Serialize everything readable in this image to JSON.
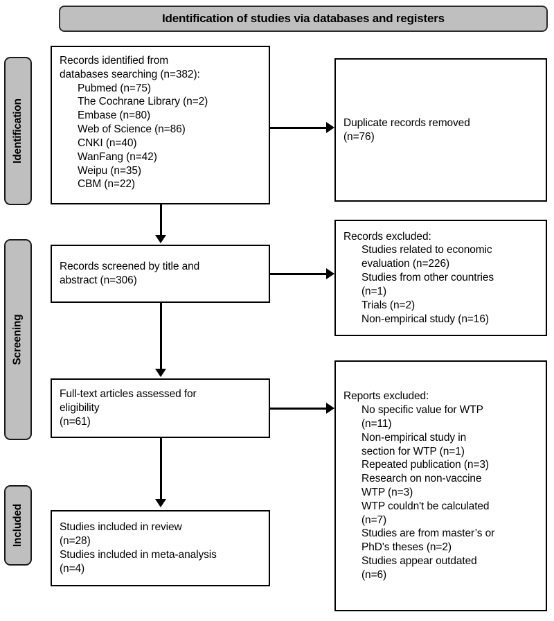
{
  "header": {
    "title": "Identification of studies via databases and registers"
  },
  "stage_labels": {
    "identification": "Identification",
    "screening": "Screening",
    "included": "Included"
  },
  "boxes": {
    "records_identified": {
      "lines": [
        "Records identified from",
        "databases searching (n=382):"
      ],
      "sources": [
        "Pubmed (n=75)",
        "The Cochrane Library (n=2)",
        "Embase (n=80)",
        "Web of Science (n=86)",
        "CNKI (n=40)",
        "WanFang (n=42)",
        "Weipu (n=35)",
        "CBM (n=22)"
      ]
    },
    "duplicates_removed": {
      "lines": [
        "Duplicate records removed",
        "(n=76)"
      ]
    },
    "records_screened": {
      "lines": [
        "Records screened by title and",
        "abstract (n=306)"
      ]
    },
    "records_excluded": {
      "heading": "Records excluded:",
      "items": [
        "Studies related to economic",
        "evaluation (n=226)",
        "Studies from other countries",
        "(n=1)",
        "Trials (n=2)",
        "Non-empirical study (n=16)"
      ]
    },
    "fulltext_assessed": {
      "lines": [
        "Full-text articles assessed for",
        "eligibility",
        "(n=61)"
      ]
    },
    "reports_excluded": {
      "heading": "Reports excluded:",
      "items": [
        "No specific value for WTP",
        "(n=11)",
        "Non-empirical study in",
        "section for WTP (n=1)",
        "Repeated publication (n=3)",
        "Research on non-vaccine",
        "WTP (n=3)",
        "WTP couldn't be calculated",
        "(n=7)",
        "Studies are from master’s or",
        "PhD's theses (n=2)",
        "Studies appear outdated",
        "(n=6)"
      ]
    },
    "studies_included": {
      "lines": [
        "Studies included in review",
        "(n=28)",
        "Studies included in meta-analysis",
        "(n=4)"
      ]
    }
  },
  "chart_data": {
    "type": "diagram",
    "title": "PRISMA flow diagram",
    "subtitle": "Identification of studies via databases and registers",
    "stages": [
      {
        "stage": "Identification",
        "nodes": [
          {
            "id": "records_identified",
            "label": "Records identified from databases searching",
            "n": 382,
            "breakdown": [
              {
                "source": "Pubmed",
                "n": 75
              },
              {
                "source": "The Cochrane Library",
                "n": 2
              },
              {
                "source": "Embase",
                "n": 80
              },
              {
                "source": "Web of Science",
                "n": 86
              },
              {
                "source": "CNKI",
                "n": 40
              },
              {
                "source": "WanFang",
                "n": 42
              },
              {
                "source": "Weipu",
                "n": 35
              },
              {
                "source": "CBM",
                "n": 22
              }
            ]
          },
          {
            "id": "duplicates_removed",
            "label": "Duplicate records removed",
            "n": 76
          }
        ]
      },
      {
        "stage": "Screening",
        "nodes": [
          {
            "id": "records_screened",
            "label": "Records screened by title and abstract",
            "n": 306
          },
          {
            "id": "records_excluded",
            "label": "Records excluded",
            "breakdown": [
              {
                "reason": "Studies related to economic evaluation",
                "n": 226
              },
              {
                "reason": "Studies from other countries",
                "n": 1
              },
              {
                "reason": "Trials",
                "n": 2
              },
              {
                "reason": "Non-empirical study",
                "n": 16
              }
            ]
          },
          {
            "id": "fulltext_assessed",
            "label": "Full-text articles assessed for eligibility",
            "n": 61
          },
          {
            "id": "reports_excluded",
            "label": "Reports excluded",
            "breakdown": [
              {
                "reason": "No specific value for WTP",
                "n": 11
              },
              {
                "reason": "Non-empirical study in section for WTP",
                "n": 1
              },
              {
                "reason": "Repeated publication",
                "n": 3
              },
              {
                "reason": "Research on non-vaccine WTP",
                "n": 3
              },
              {
                "reason": "WTP couldn't be calculated",
                "n": 7
              },
              {
                "reason": "Studies are from master’s or PhD's theses",
                "n": 2
              },
              {
                "reason": "Studies appear outdated",
                "n": 6
              }
            ]
          }
        ]
      },
      {
        "stage": "Included",
        "nodes": [
          {
            "id": "studies_included",
            "label": "Studies included",
            "breakdown": [
              {
                "type": "Studies included in review",
                "n": 28
              },
              {
                "type": "Studies included in meta-analysis",
                "n": 4
              }
            ]
          }
        ]
      }
    ],
    "flows": [
      {
        "from": "records_identified",
        "to": "duplicates_removed",
        "direction": "right"
      },
      {
        "from": "records_identified",
        "to": "records_screened",
        "direction": "down"
      },
      {
        "from": "records_screened",
        "to": "records_excluded",
        "direction": "right"
      },
      {
        "from": "records_screened",
        "to": "fulltext_assessed",
        "direction": "down"
      },
      {
        "from": "fulltext_assessed",
        "to": "reports_excluded",
        "direction": "right"
      },
      {
        "from": "fulltext_assessed",
        "to": "studies_included",
        "direction": "down"
      }
    ],
    "colors": {
      "banner_fill": "#bfbfbf",
      "box_fill": "#ffffff",
      "stroke": "#000000"
    }
  }
}
